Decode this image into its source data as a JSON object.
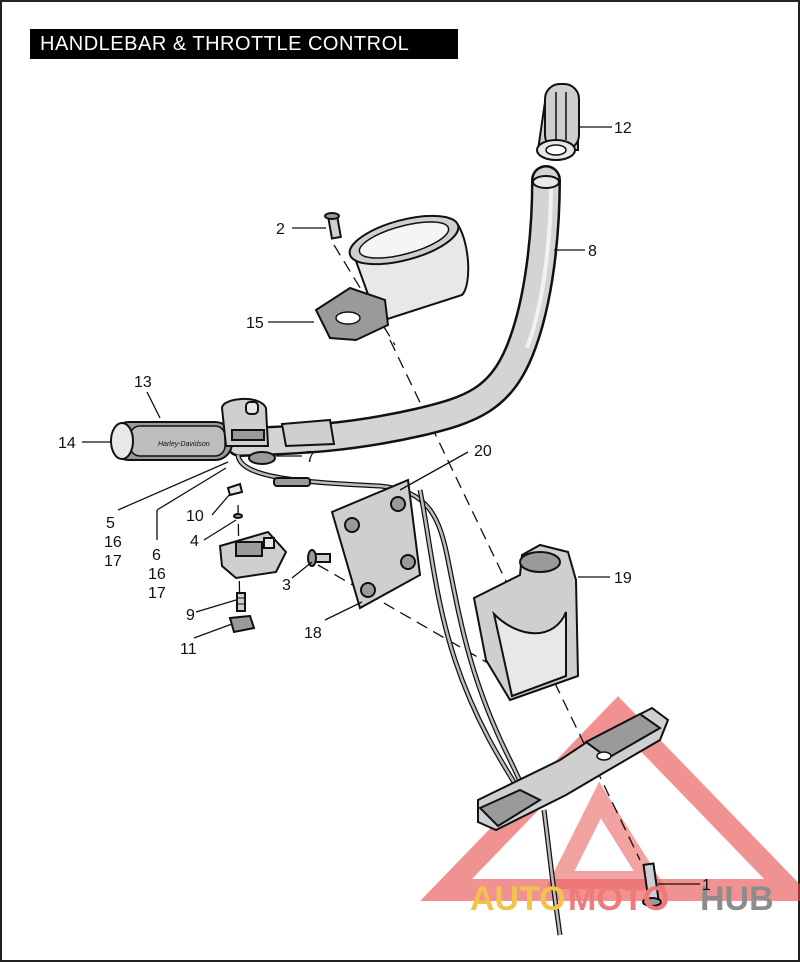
{
  "title": "HANDLEBAR & THROTTLE CONTROL",
  "grip_brand": "Harley-Davidson",
  "watermark": {
    "part1": "AUTO",
    "part2": "MOTO",
    "part3": "HUB",
    "color_part1": "#f3c24b",
    "color_part2": "#f07a7a",
    "color_part3": "#8c8c8c",
    "triangle_color": "#e84a4a"
  },
  "callouts": {
    "c1": "1",
    "c2": "2",
    "c3": "3",
    "c4": "4",
    "c5": "5",
    "c5b": "16",
    "c5c": "17",
    "c6": "6",
    "c6b": "16",
    "c6c": "17",
    "c7": "7",
    "c8": "8",
    "c9": "9",
    "c10": "10",
    "c11": "11",
    "c12": "12",
    "c13": "13",
    "c14": "14",
    "c15": "15",
    "c18": "18",
    "c19": "19",
    "c20": "20"
  }
}
